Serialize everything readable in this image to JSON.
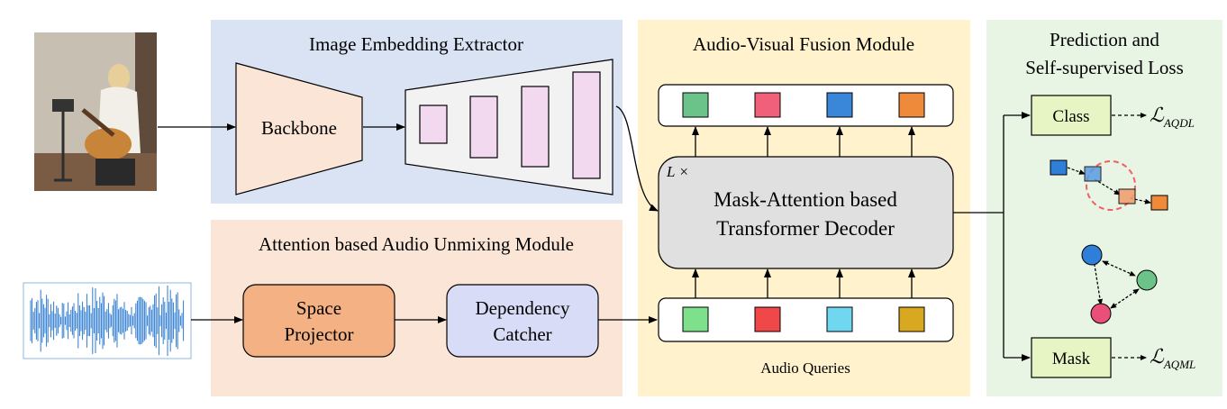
{
  "panels": {
    "image_extractor": {
      "title": "Image Embedding Extractor",
      "fill": "#d9e3f3"
    },
    "audio_unmixing": {
      "title": "Attention based Audio Unmixing Module",
      "fill": "#fbe5d6"
    },
    "fusion": {
      "title": "Audio-Visual Fusion Module",
      "fill": "#fff2cc"
    },
    "prediction": {
      "title_line1": "Prediction and",
      "title_line2": "Self-supervised Loss",
      "fill": "#e8f4e4"
    }
  },
  "blocks": {
    "backbone": {
      "label": "Backbone",
      "fill": "#fbe5d6"
    },
    "space_projector": {
      "line1": "Space",
      "line2": "Projector",
      "fill": "#f4b183"
    },
    "dependency_catcher": {
      "line1": "Dependency",
      "line2": "Catcher",
      "fill": "#d9dcf6"
    },
    "decoder": {
      "repeat": "L ×",
      "line1": "Mask-Attention based",
      "line2": "Transformer Decoder",
      "fill": "#e0e0e0"
    },
    "class_head": {
      "label": "Class",
      "fill": "#e7f4c4"
    },
    "mask_head": {
      "label": "Mask",
      "fill": "#e7f4c4"
    }
  },
  "losses": {
    "class_loss": {
      "symbol": "ℒ",
      "subscript": "AQDL"
    },
    "mask_loss": {
      "symbol": "ℒ",
      "subscript": "AQML"
    }
  },
  "fusion_output_tokens": [
    "#6cc38a",
    "#f0607a",
    "#3a86d8",
    "#ee8a3a"
  ],
  "audio_query_tokens": [
    "#7ee08a",
    "#f04848",
    "#6fd8f0",
    "#d8a820"
  ],
  "audio_queries_label": "Audio Queries",
  "feature_pyramid_fill": "#f3d9f0",
  "colors": {
    "trapezoid_left_fill": "#fbe5d6",
    "trapezoid_right_fill": "#f2f2f2",
    "waveform": "#2c7bd0",
    "dashed_circle": "#f06060",
    "graph_node_blue": "#2f7fd8",
    "graph_node_green": "#6cc38a",
    "graph_node_pink": "#e8507a",
    "photo_wall": "#c7c0b2",
    "photo_guitar": "#c8853a"
  }
}
